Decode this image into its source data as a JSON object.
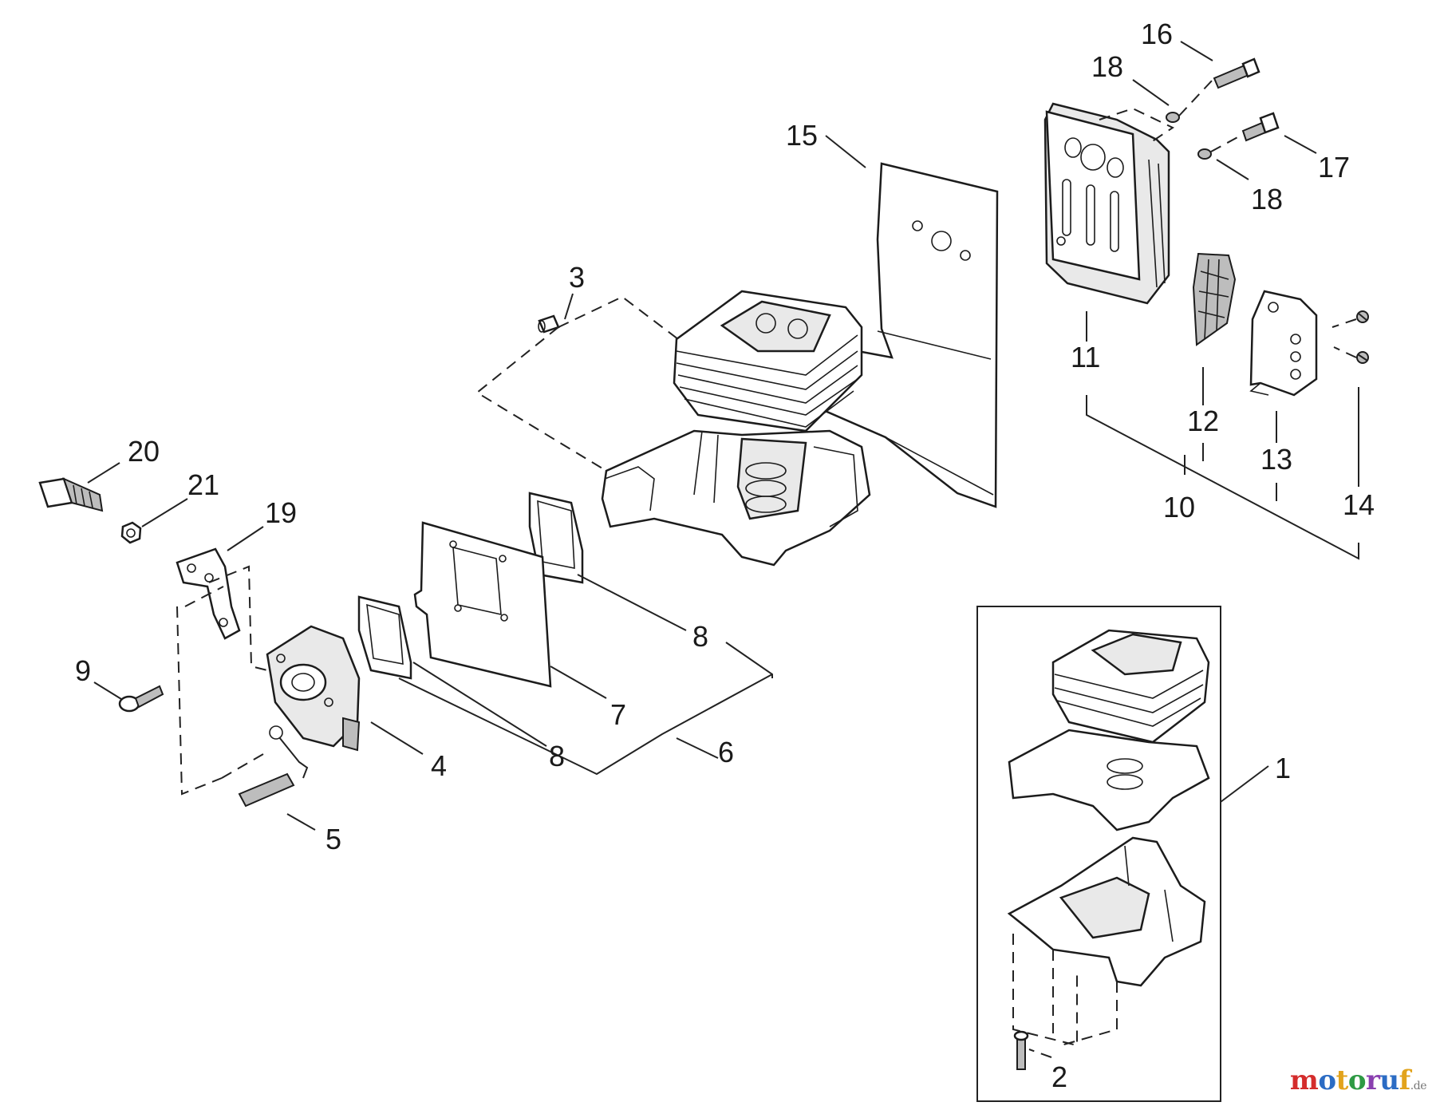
{
  "diagram": {
    "callouts": {
      "c1": "1",
      "c2": "2",
      "c3": "3",
      "c4": "4",
      "c5": "5",
      "c6": "6",
      "c7": "7",
      "c8a": "8",
      "c8b": "8",
      "c9": "9",
      "c10": "10",
      "c11": "11",
      "c12": "12",
      "c13": "13",
      "c14": "14",
      "c15": "15",
      "c16": "16",
      "c17": "17",
      "c18a": "18",
      "c18b": "18",
      "c19": "19",
      "c20": "20",
      "c21": "21"
    }
  },
  "watermark": {
    "text": "motoruf",
    "tld": ".de",
    "colors": [
      "#d42c2c",
      "#2b6cc4",
      "#e2a31c",
      "#2e9a44",
      "#8a3fb0",
      "#2b6cc4",
      "#e2a31c"
    ]
  }
}
